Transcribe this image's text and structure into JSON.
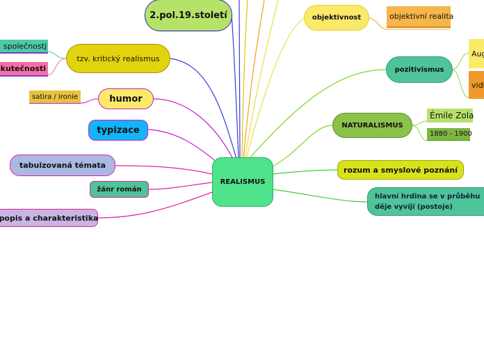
{
  "root": {
    "label": "REALISMUS",
    "color": "#4fe38c"
  },
  "nodes": {
    "period": "2.pol.19.století",
    "objektivnost": "objektivnost",
    "objektivni_realita": "objektivní realita",
    "kriticky_realismus": "tzv. kritický realismus",
    "spolecnost": "společnostj",
    "skutecnost": "skutečnosti",
    "pozitivismus": "pozitivismus",
    "aug": "Aug",
    "vidi": "vidi",
    "humor": "humor",
    "satira": "satira / ironie",
    "typizace": "typizace",
    "naturalismus": "NATURALISMUS",
    "emile_zola": "Émile Zola",
    "naturalismus_years": "1880 - 1900",
    "tabuizovana": "tabuizovaná témata",
    "rozum": "rozum a smyslové poznání",
    "zanr": "žánr román",
    "hrdina": "hlavní hrdina se v průběhu děje vyvíjí (postoje)",
    "popis": "ý popis a charakteristika"
  },
  "colors": {
    "period": "#b7e26a",
    "objektivnost": "#fbe96a",
    "objektivni_realita": "#f7b64a",
    "kriticky": "#e3d30f",
    "spolecnost": "#4fc9a6",
    "skutecnost": "#f56fa6",
    "pozitivismus": "#4fc39a",
    "aug": "#fbe96a",
    "vidi": "#f0982a",
    "humor": "#fbe96a",
    "satira": "#e8c23e",
    "typizace": "#14b4f8",
    "naturalismus": "#8bc34a",
    "emile_zola": "#b7e26a",
    "years": "#7fb542",
    "tabuizovana": "#a9b9e3",
    "rozum": "#d8e21c",
    "zanr": "#4fc39a",
    "hrdina": "#4fc39a",
    "popis": "#c9b4e3"
  }
}
